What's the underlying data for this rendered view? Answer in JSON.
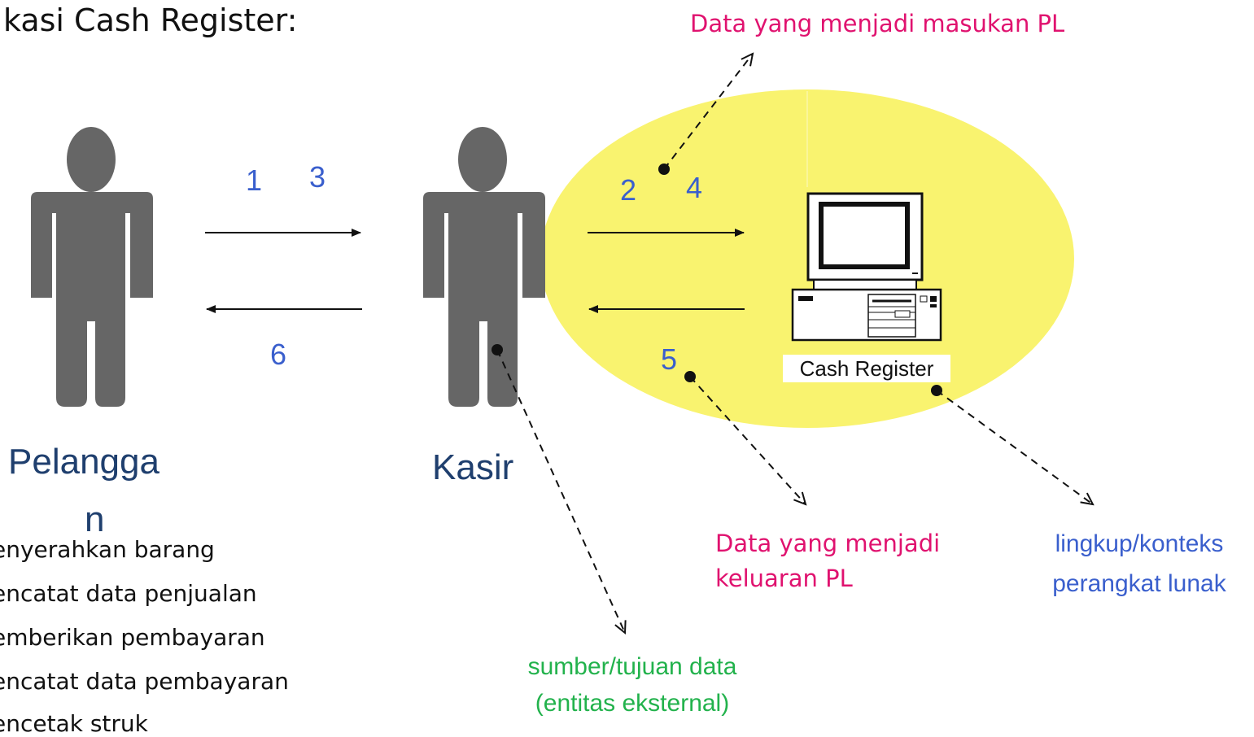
{
  "title": "kasi Cash Register:",
  "numbers": {
    "n1": "1",
    "n3": "3",
    "n2": "2",
    "n4": "4",
    "n5": "5",
    "n6": "6"
  },
  "actors": {
    "pelanggan_line1": "Pelangga",
    "pelanggan_line2": "n",
    "kasir": "Kasir"
  },
  "system": {
    "label": "Cash Register"
  },
  "steps": [
    "enyerahkan barang",
    "encatat data penjualan",
    "emberikan pembayaran",
    "encatat data pembayaran",
    "encetak struk"
  ],
  "annotations": {
    "input_data": "Data yang menjadi masukan PL",
    "output_data_line1": "Data yang menjadi",
    "output_data_line2": "keluaran PL",
    "scope_line1": "lingkup/konteks",
    "scope_line2": "perangkat lunak",
    "source_line1": "sumber/tujuan data",
    "source_line2": "(entitas eksternal)"
  },
  "colors": {
    "person": "#666666",
    "ellipse": "#f9f36f",
    "number_blue": "#3a5fcd",
    "annotation_pink": "#e0126f",
    "annotation_green": "#22b24c",
    "actor_label": "#1f3f6e"
  }
}
